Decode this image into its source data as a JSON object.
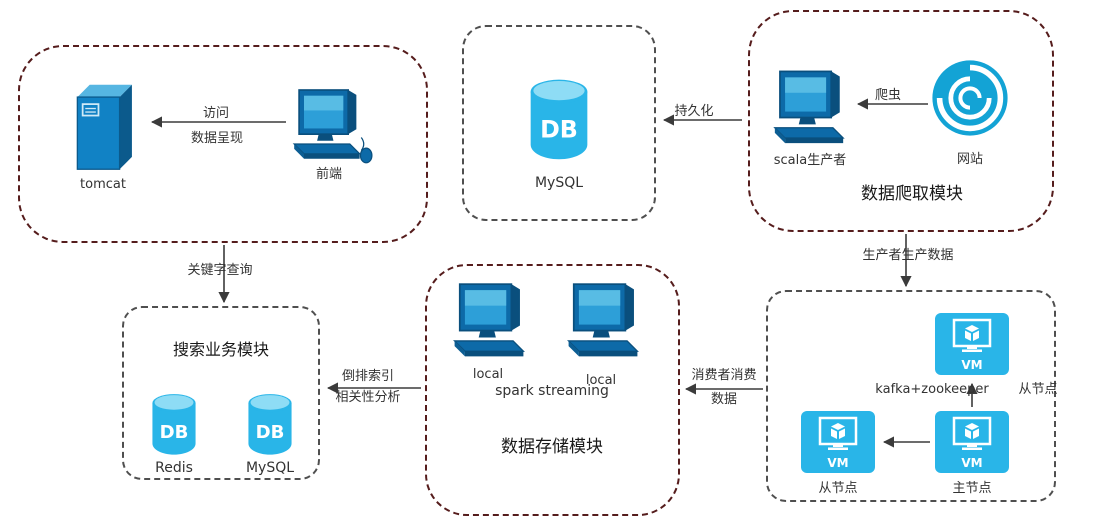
{
  "colors": {
    "node_blue": "#1182c5",
    "node_blue_dark": "#0a4f7d",
    "cyan_accent": "#29b5e8",
    "module_border_red": "#551c1c",
    "module_border_gray": "#4f4f4f",
    "arrow": "#3b3b3b"
  },
  "modules": {
    "web": {
      "nodes": {
        "tomcat": {
          "label": "tomcat",
          "icon": "server-icon"
        },
        "frontend": {
          "label": "前端",
          "icon": "desktop-computer-icon"
        }
      }
    },
    "persistence": {
      "db": {
        "icon_text": "DB",
        "label": "MySQL",
        "icon": "database-icon"
      }
    },
    "crawler": {
      "title": "数据爬取模块",
      "nodes": {
        "producer": {
          "label": "scala生产者",
          "icon": "desktop-computer-icon"
        },
        "website": {
          "label": "网站",
          "icon": "swirl-icon"
        }
      }
    },
    "search": {
      "title": "搜索业务模块",
      "nodes": {
        "redis": {
          "icon_text": "DB",
          "label": "Redis",
          "icon": "database-icon"
        },
        "mysql": {
          "icon_text": "DB",
          "label": "MySQL",
          "icon": "database-icon"
        }
      }
    },
    "storage": {
      "title": "数据存储模块",
      "caption": "spark streaming",
      "nodes": {
        "local1": {
          "label": "local",
          "icon": "desktop-computer-icon"
        },
        "local2": {
          "label": "local",
          "icon": "desktop-computer-icon"
        }
      }
    },
    "cluster": {
      "caption": "kafka+zookeeper",
      "nodes": {
        "slave_top": {
          "label": "从节点",
          "icon_text": "VM",
          "icon": "vm-icon"
        },
        "slave_left": {
          "label": "从节点",
          "icon_text": "VM",
          "icon": "vm-icon"
        },
        "master": {
          "label": "主节点",
          "icon_text": "VM",
          "icon": "vm-icon"
        }
      }
    }
  },
  "edges": {
    "visit": {
      "line1": "访问",
      "line2": "数据呈现"
    },
    "persist": {
      "label": "持久化"
    },
    "crawl": {
      "label": "爬虫"
    },
    "keyword_query": {
      "label": "关键字查询"
    },
    "producer_produce": {
      "label": "生产者生产数据"
    },
    "consumer_consume": {
      "line1": "消费者消费",
      "line2": "数据"
    },
    "inverted_index": {
      "line1": "倒排索引",
      "line2": "相关性分析"
    }
  }
}
